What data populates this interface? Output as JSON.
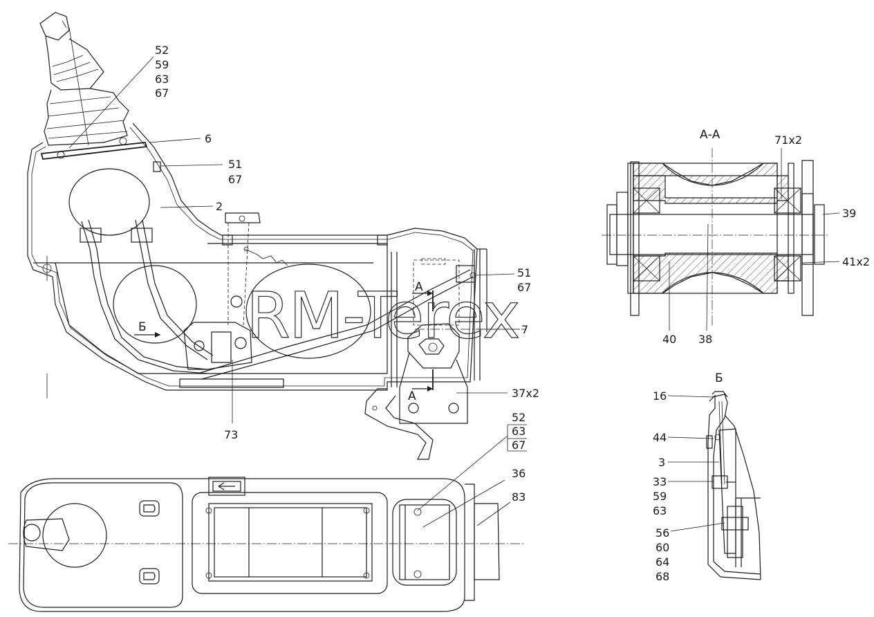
{
  "watermark": "RM-Terex",
  "views": {
    "section_aa": {
      "title": "А-А"
    },
    "view_b": {
      "title": "Б"
    }
  },
  "section_marks": {
    "a_top": "А",
    "a_bottom": "А",
    "b_arrow": "Б"
  },
  "callouts": {
    "main": [
      {
        "id": "c52",
        "lines": [
          "52",
          "59",
          "63",
          "67"
        ]
      },
      {
        "id": "c6",
        "lines": [
          "6"
        ]
      },
      {
        "id": "c51a",
        "lines": [
          "51",
          "67"
        ]
      },
      {
        "id": "c2",
        "lines": [
          "2"
        ]
      },
      {
        "id": "c51b",
        "lines": [
          "51",
          "67"
        ]
      },
      {
        "id": "c7",
        "lines": [
          "7"
        ]
      },
      {
        "id": "c37",
        "lines": [
          "37x2"
        ]
      },
      {
        "id": "c73",
        "lines": [
          "73"
        ]
      }
    ],
    "section": [
      {
        "id": "c71",
        "lines": [
          "71x2"
        ]
      },
      {
        "id": "c39",
        "lines": [
          "39"
        ]
      },
      {
        "id": "c41",
        "lines": [
          "41x2"
        ]
      },
      {
        "id": "c40",
        "lines": [
          "40"
        ]
      },
      {
        "id": "c38",
        "lines": [
          "38"
        ]
      }
    ],
    "plan": [
      {
        "id": "c52p",
        "lines": [
          "52",
          "63",
          "67"
        ]
      },
      {
        "id": "c36",
        "lines": [
          "36"
        ]
      },
      {
        "id": "c83",
        "lines": [
          "83"
        ]
      }
    ],
    "view_b": [
      {
        "id": "c16",
        "lines": [
          "16"
        ]
      },
      {
        "id": "c44",
        "lines": [
          "44"
        ]
      },
      {
        "id": "c3",
        "lines": [
          "3"
        ]
      },
      {
        "id": "c33",
        "lines": [
          "33",
          "59",
          "63"
        ]
      },
      {
        "id": "c56",
        "lines": [
          "56",
          "60",
          "64",
          "68"
        ]
      }
    ]
  }
}
